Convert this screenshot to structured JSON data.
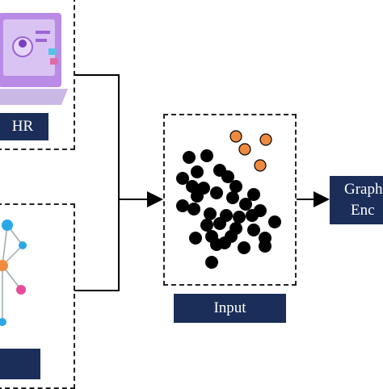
{
  "diagram": {
    "ehr_label": "HR",
    "graph_label": "",
    "input_label": "Input",
    "encoder_label_line1": "Graph",
    "encoder_label_line2": "Enc",
    "dot_colors": {
      "black": "#000000",
      "orange": "#ee8a3e",
      "blue": "#2aa7e6",
      "pink": "#e84b9b",
      "node_orange": "#f28a3e"
    },
    "label_bg": "#1b2e59"
  }
}
